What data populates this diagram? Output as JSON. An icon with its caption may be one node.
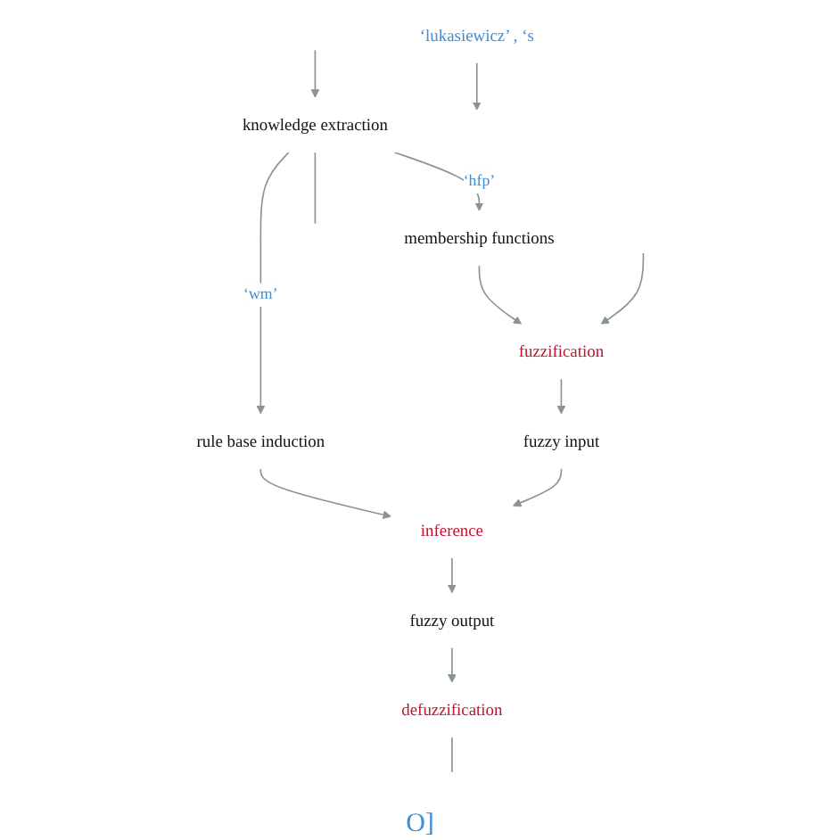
{
  "diagram": {
    "nodes": [
      {
        "text": [
          "knowledge extraction"
        ]
      },
      {
        "text": [
          "membership functions"
        ]
      },
      {
        "text": [
          "rule base induction"
        ]
      },
      {
        "text": [
          "fuzzification"
        ]
      },
      {
        "text": [
          "defuzzification"
        ]
      },
      {
        "text": [
          "fuzzy input"
        ]
      },
      {
        "text": [
          "inference"
        ]
      },
      {
        "text": [
          "fuzzy output"
        ]
      },
      {
        "text": [
          "‘lukasiewicz’ , ‘s"
        ]
      }
    ],
    "edges": [
      {
        "from": null,
        "to": 0,
        "arrow": "to"
      },
      {
        "from": 0,
        "to": 1,
        "label": "‘hfp’",
        "arrow": "to"
      },
      {
        "from": 0,
        "to": 2,
        "label": "‘wm’",
        "arrow": "to"
      },
      {
        "from": 0,
        "to": null,
        "arrow": "none"
      },
      {
        "from": 1,
        "to": 3,
        "arrow": "to"
      },
      {
        "from": null,
        "to": 3,
        "arrow": "to"
      },
      {
        "from": 2,
        "to": 6,
        "arrow": "to"
      },
      {
        "from": 8,
        "to": null,
        "arrow": "to"
      },
      {
        "from": 3,
        "to": 5,
        "arrow": "to"
      },
      {
        "from": 5,
        "to": 6,
        "arrow": "to"
      },
      {
        "from": 6,
        "to": 7,
        "arrow": "to"
      },
      {
        "from": 7,
        "to": 4,
        "arrow": "to"
      },
      {
        "from": 4,
        "to": null,
        "arrow": "none"
      }
    ],
    "labels": [
      "O]"
    ]
  }
}
